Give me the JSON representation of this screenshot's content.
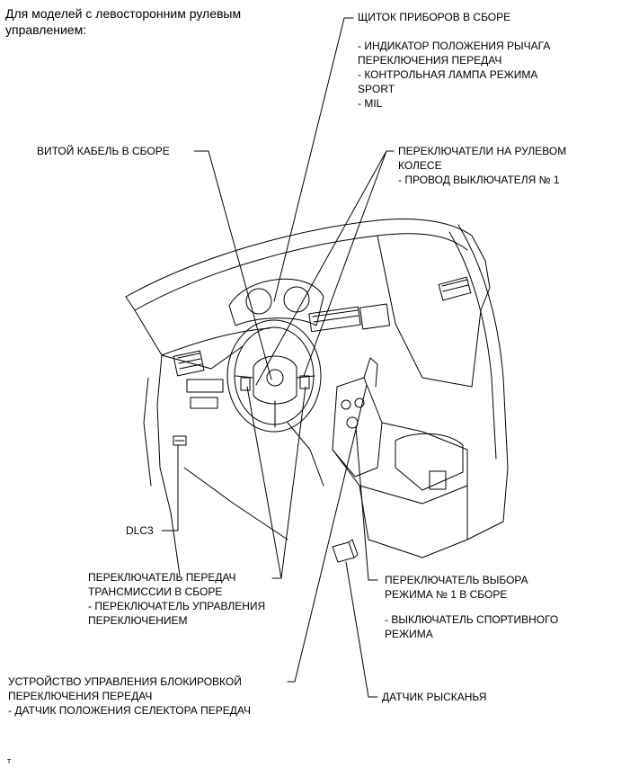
{
  "header": {
    "line1": "Для моделей с левосторонним рулевым",
    "line2": "управлением:"
  },
  "labels": {
    "cluster": {
      "title": "ЩИТОК ПРИБОРОВ В СБОРЕ",
      "items": [
        "- ИНДИКАТОР ПОЛОЖЕНИЯ РЫЧАГА",
        "ПЕРЕКЛЮЧЕНИЯ ПЕРЕДАЧ",
        "- КОНТРОЛЬНАЯ ЛАМПА РЕЖИМА",
        "SPORT",
        "- MIL"
      ]
    },
    "spiral_cable": "ВИТОЙ КАБЕЛЬ В СБОРЕ",
    "steering_switches": {
      "title1": "ПЕРЕКЛЮЧАТЕЛИ НА РУЛЕВОМ",
      "title2": "КОЛЕСЕ",
      "item": "- ПРОВОД ВЫКЛЮЧАТЕЛЯ № 1"
    },
    "dlc3": "DLC3",
    "shift_switch": {
      "title1": "ПЕРЕКЛЮЧАТЕЛЬ ПЕРЕДАЧ",
      "title2": "ТРАНСМИССИИ В СБОРЕ",
      "item1": "- ПЕРЕКЛЮЧАТЕЛЬ УПРАВЛЕНИЯ",
      "item2": "ПЕРЕКЛЮЧЕНИЕМ"
    },
    "mode_select": {
      "title1": "ПЕРЕКЛЮЧАТЕЛЬ ВЫБОРА",
      "title2": "РЕЖИМА № 1 В СБОРЕ",
      "item1": "- ВЫКЛЮЧАТЕЛЬ СПОРТИВНОГО",
      "item2": "РЕЖИМА"
    },
    "shift_lock": {
      "title1": "УСТРОЙСТВО УПРАВЛЕНИЯ БЛОКИРОВКОЙ",
      "title2": "ПЕРЕКЛЮЧЕНИЯ ПЕРЕДАЧ",
      "item": "- ДАТЧИК ПОЛОЖЕНИЯ СЕЛЕКТОРА ПЕРЕДАЧ"
    },
    "yaw_sensor": "ДАТЧИК РЫСКАНЬЯ"
  },
  "footer_mark": "т"
}
